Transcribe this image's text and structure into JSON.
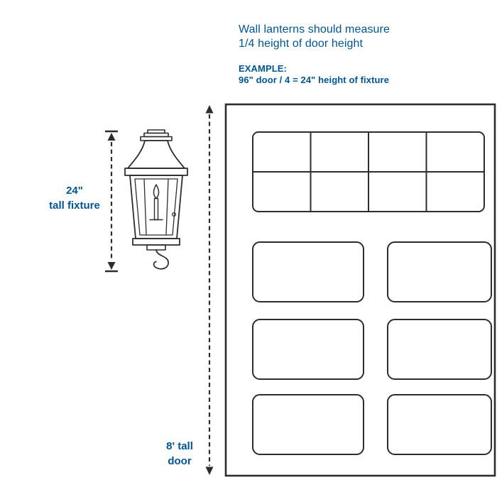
{
  "colors": {
    "accent_blue": "#005596",
    "line_art": "#2d2d2d",
    "background": "#ffffff"
  },
  "header": {
    "line1": "Wall lanterns should measure",
    "line2": "1/4 height of door height"
  },
  "example": {
    "label": "EXAMPLE:",
    "formula": "96\" door / 4 = 24\" height of fixture"
  },
  "fixture_measure": {
    "value": "24\"",
    "caption": "tall fixture"
  },
  "door_measure": {
    "value": "8' tall",
    "caption": "door"
  },
  "illustrations": {
    "lantern": "wall-lantern-line-drawing",
    "door": "garage-style-door-line-drawing",
    "window_grid": {
      "columns": 4,
      "rows": 2
    },
    "panel_grid": {
      "columns": 2,
      "rows": 3
    }
  }
}
